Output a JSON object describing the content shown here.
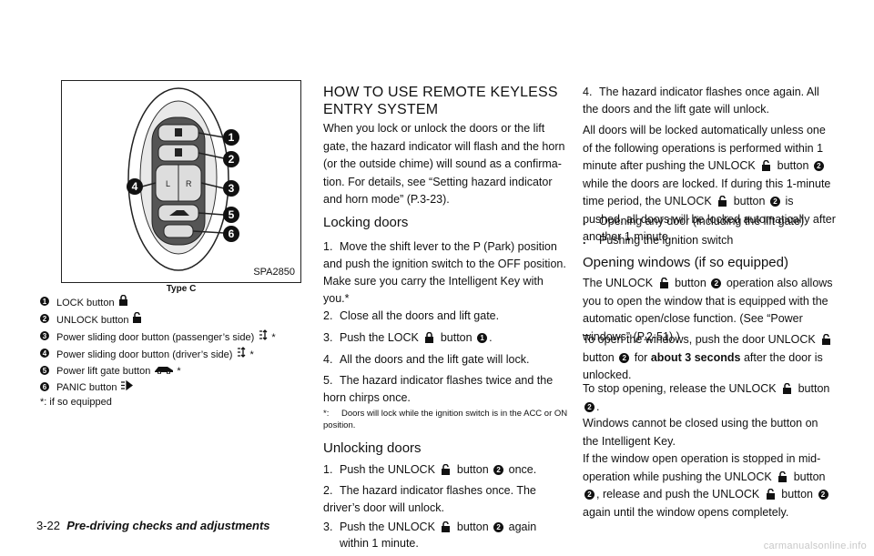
{
  "figure": {
    "code": "SPA2850",
    "caption": "Type C",
    "callouts": [
      "1",
      "2",
      "3",
      "4",
      "5",
      "6"
    ]
  },
  "legend": [
    {
      "num": "1",
      "text": "LOCK button",
      "icon": "lock-icon",
      "suffix": ""
    },
    {
      "num": "2",
      "text": "UNLOCK button",
      "icon": "unlock-icon",
      "suffix": ""
    },
    {
      "num": "3",
      "text": "Power sliding door button (passenger’s side)",
      "icon": "sliding-door-icon",
      "suffix": "*"
    },
    {
      "num": "4",
      "text": "Power sliding door button (driver’s side)",
      "icon": "sliding-door-icon",
      "suffix": "*"
    },
    {
      "num": "5",
      "text": "Power lift gate button",
      "icon": "lift-gate-icon",
      "suffix": "*"
    },
    {
      "num": "6",
      "text": "PANIC button",
      "icon": "panic-icon",
      "suffix": ""
    }
  ],
  "legend_note": "*:   if so equipped",
  "section_title_1": "HOW TO USE REMOTE KEYLESS",
  "section_title_2": "ENTRY SYSTEM",
  "intro": "When you lock or unlock the doors or the lift gate, the hazard indicator will flash and the horn (or the outside chime) will sound as a confirma-tion. For details, see “Setting hazard indicator and horn mode” (P.3-23).",
  "locking": {
    "title": "Locking doors",
    "step1": "Move the shift lever to the P (Park) position and push the ignition switch to the OFF position. Make sure you carry the Intelligent Key with you.*",
    "step2": "Close all the doors and lift gate.",
    "step3a": "Push the LOCK",
    "step3b": "button",
    "step4": "All the doors and the lift gate will lock.",
    "step5": "The hazard indicator flashes twice and the horn chirps once.",
    "note_a": "*:",
    "note_b": "Doors will lock while the ignition switch is in the ACC or ON position."
  },
  "unlocking": {
    "title": "Unlocking doors",
    "step1a": "Push the UNLOCK",
    "step1b": "button",
    "step1c": "once.",
    "step2": "The hazard indicator flashes once. The driver’s door will unlock.",
    "step3a": "Push the UNLOCK",
    "step3b": "button",
    "step3c": "again",
    "step3d": "within 1 minute.",
    "step4": "The hazard indicator flashes once again. All the doors and the lift gate will unlock."
  },
  "auto_lock": {
    "text_a": "All doors will be locked automatically unless one of the following operations is performed within 1 minute after pushing the UNLOCK",
    "text_b": "button",
    "text_c": "while the doors are locked. If during this 1-minute time period, the UNLOCK",
    "text_d": "button",
    "text_e": "is pushed, all doors will be locked automatically after another 1 minute.",
    "bullet1": "Opening any door (including the lift gate)",
    "bullet2": "Pushing the ignition switch"
  },
  "windows": {
    "title": "Opening windows (if so equipped)",
    "p1a": "The UNLOCK",
    "p1b": "button",
    "p1c": "operation also allows you to open the window that is equipped with the automatic open/close function. (See “Power windows” (P.2-51).)",
    "p2a": "To open the windows, push the door UNLOCK",
    "p2b": "button",
    "p2c": "for",
    "p2bold": "about 3 seconds",
    "p2d": "after the door is unlocked.",
    "p3a": "To stop opening, release the UNLOCK",
    "p3b": "button",
    "p4": "Windows cannot be closed using the button on the Intelligent Key.",
    "p5a": "If the window open operation is stopped in mid-operation while pushing the UNLOCK",
    "p5b": "button",
    "p5c": ", release and push the UNLOCK",
    "p5d": "button",
    "p5e": "again until the window opens completely."
  },
  "footer": {
    "page": "3-22",
    "section": "Pre-driving checks and adjustments"
  },
  "watermark": "carmanualsonline.info"
}
